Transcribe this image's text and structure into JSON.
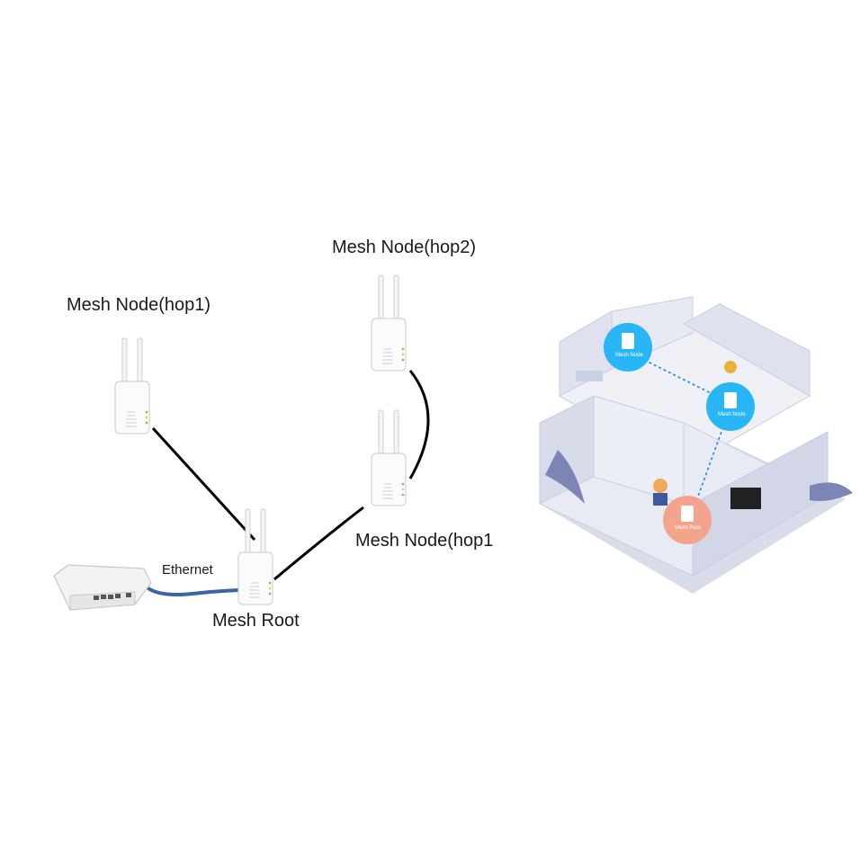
{
  "diagram": {
    "labels": {
      "hop1_left": "Mesh Node(hop1)",
      "hop2": "Mesh Node(hop2)",
      "hop1_right": "Mesh Node(hop1",
      "root": "Mesh Root",
      "ethernet": "Ethernet"
    },
    "illustration": {
      "node_badge": "Mesh Node",
      "root_badge": "Mesh Root"
    }
  },
  "colors": {
    "ethernet_cable": "#3a63a8",
    "wireless_link": "#000000",
    "node_badge": "#29b6f6",
    "root_badge": "#f4a38c",
    "house_wall": "#dfe2ee",
    "house_floor": "#eef0f6",
    "house_shadow": "#c9cde0"
  }
}
